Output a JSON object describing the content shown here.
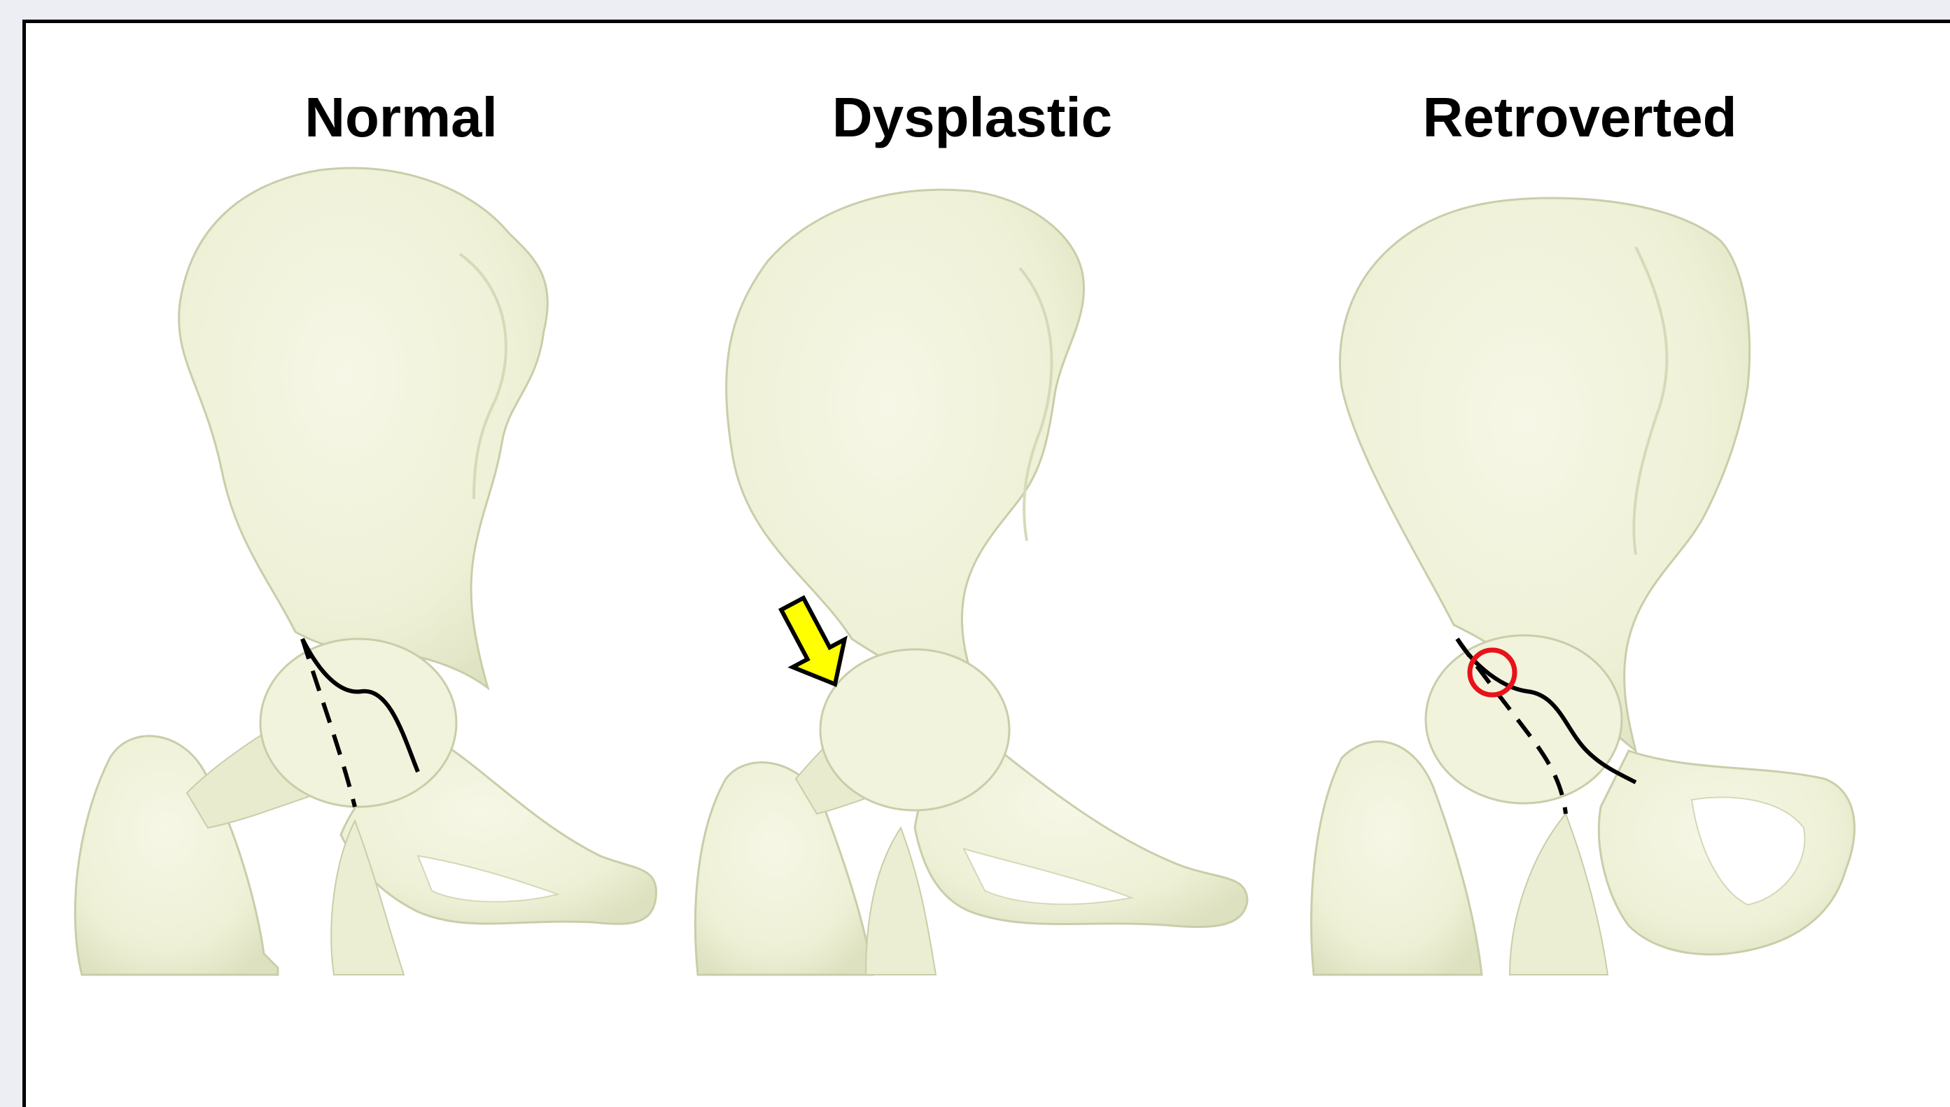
{
  "panels": [
    {
      "title": "Normal"
    },
    {
      "title": "Dysplastic"
    },
    {
      "title": "Retroverted"
    }
  ],
  "colors": {
    "bone_fill": "#eef0d6",
    "bone_shade": "#dfe3c4",
    "bone_edge": "#c9cda9",
    "rim_line": "#000000",
    "arrow_fill": "#ffff00",
    "crossover_circle": "#e8121a",
    "frame_border": "#000000",
    "page_background": "#eceef3"
  },
  "annotations": {
    "normal": [
      "anterior-rim-solid-line",
      "posterior-rim-dashed-line"
    ],
    "dysplastic": [
      "yellow-arrow-deficient-coverage"
    ],
    "retroverted": [
      "anterior-rim-solid-line",
      "posterior-rim-dashed-line",
      "red-crossover-circle"
    ]
  }
}
